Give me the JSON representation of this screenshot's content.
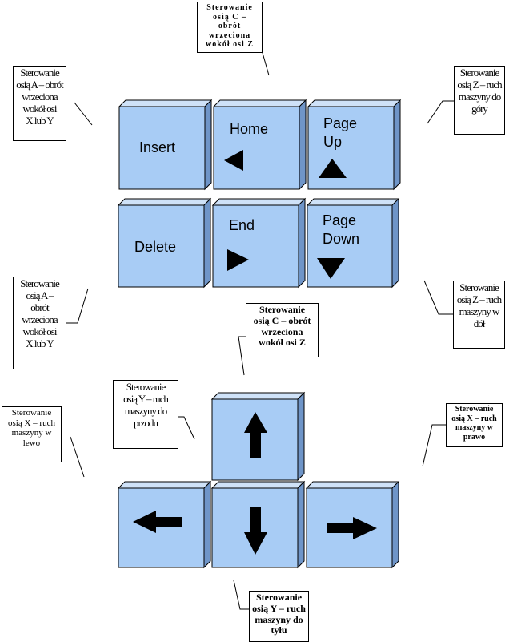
{
  "keys": {
    "insert": "Insert",
    "home": "Home",
    "page_up_1": "Page",
    "page_up_2": "Up",
    "delete": "Delete",
    "end": "End",
    "page_down_1": "Page",
    "page_down_2": "Down"
  },
  "callouts": {
    "c_top": "Sterowanie\nosią C –\nobrót\nwrzeciona\nwokół osi Z",
    "a_upper": "Sterowanie\nosią A – obrót\nwrzeciona\nwokół osi\nX lub Y",
    "z_up": "Sterowanie\nosią Z – ruch\nmaszyny do\ngóry",
    "a_lower": "Sterowanie\nosią A –\nobrót\nwrzeciona\nwokół osi\nX lub Y",
    "c_mid": "Sterowanie\nosią C – obrót\nwrzeciona\nwokół osi Z",
    "z_down": "Sterowanie\nosią Z – ruch\nmaszyny w\ndół",
    "y_forward": "Sterowanie\nosią Y – ruch\nmaszyny do\nprzodu",
    "x_left": "Sterowanie\nosią X – ruch\nmaszyny w\nlewo",
    "x_right": "Sterowanie\nosią X – ruch\nmaszyny w\nprawo",
    "y_back": "Sterowanie\nosią Y – ruch\nmaszyny do\ntyłu"
  }
}
